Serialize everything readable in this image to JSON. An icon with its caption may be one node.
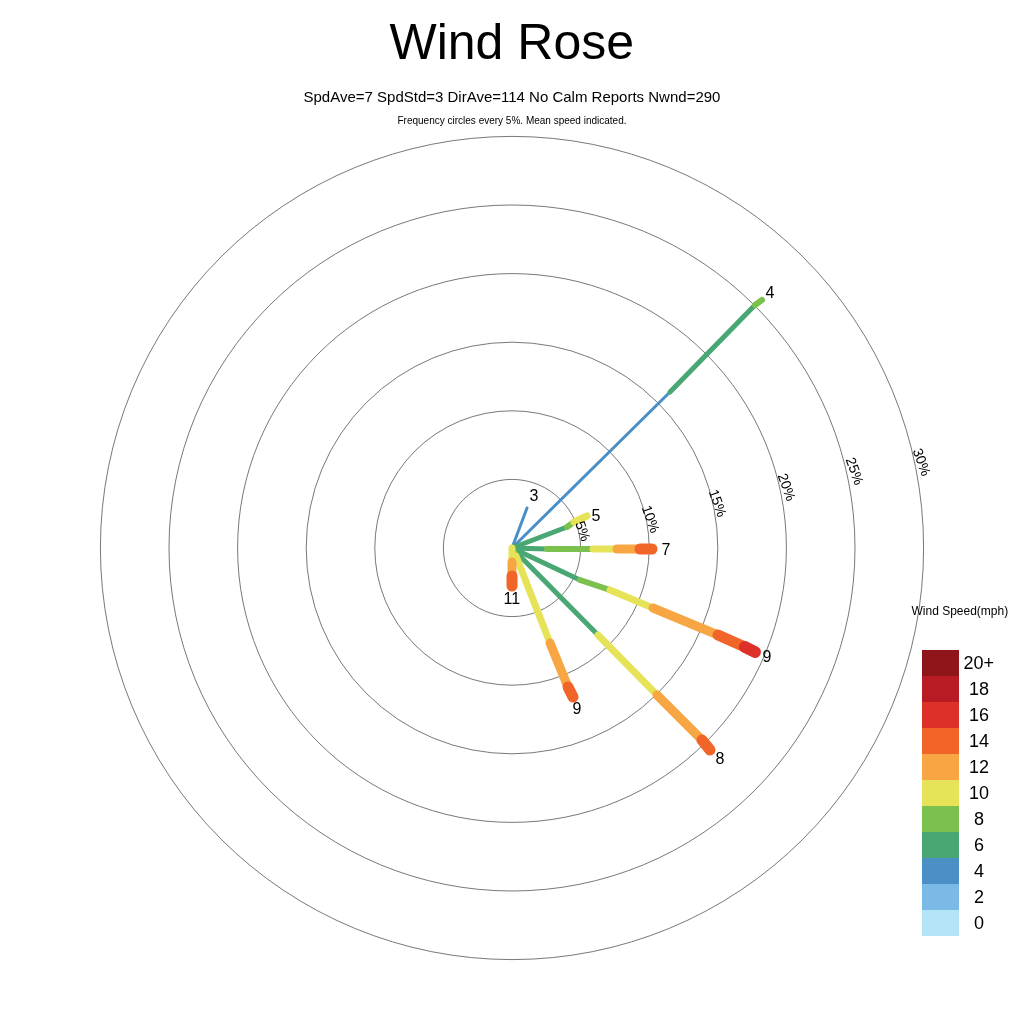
{
  "diagram": {
    "title": "Wind Rose",
    "labels": [
      "SpdAve=7  SpdStd=3  DirAve=114   No Calm Reports  Nwnd=290",
      "Frequency circles every 5%. Mean speed indicated.",
      "4",
      "30%",
      "25%",
      "20%",
      "15%",
      "3",
      "10%",
      "5",
      "5%",
      "7",
      "Wind Speed(mph)",
      "11",
      "9",
      "9",
      "8"
    ],
    "legend": [
      {
        "text": "20+",
        "color": "#8e1519"
      },
      {
        "text": "18",
        "color": "#b81b24"
      },
      {
        "text": "16",
        "color": "#dc3028"
      },
      {
        "text": "14",
        "color": "#f26529"
      },
      {
        "text": "12",
        "color": "#f7a643"
      },
      {
        "text": "10",
        "color": "#e6e359"
      },
      {
        "text": "8",
        "color": "#7cc14d"
      },
      {
        "text": "6",
        "color": "#48a773"
      },
      {
        "text": "4",
        "color": "#4a8fc6"
      },
      {
        "text": "2",
        "color": "#7bbae6"
      },
      {
        "text": "0",
        "color": "#b5e3f7"
      }
    ]
  }
}
